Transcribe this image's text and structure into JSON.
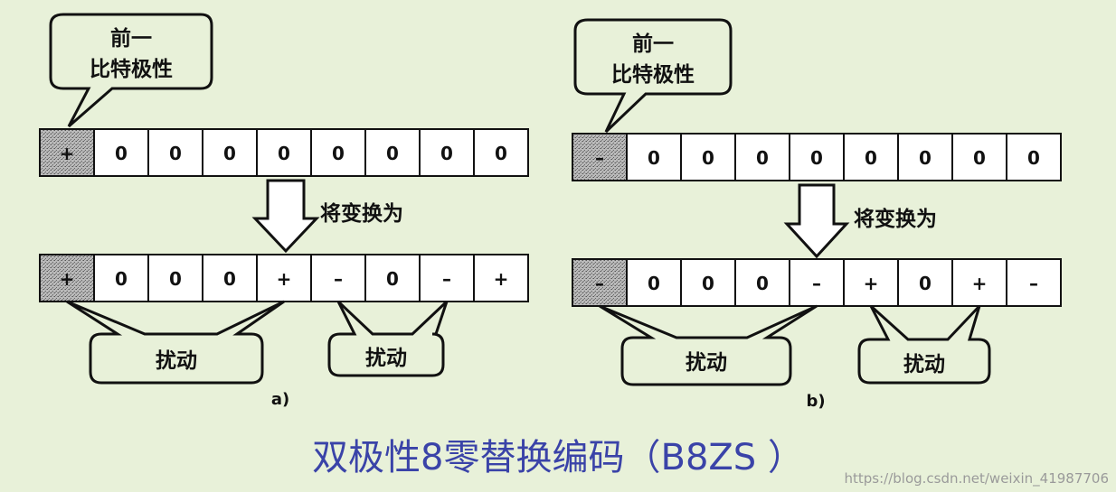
{
  "caption": "双极性8零替换编码（B8ZS ）",
  "watermark": "https://blog.csdn.net/weixin_41987706",
  "callout_prev": [
    "前一",
    "比特极性"
  ],
  "arrow_label": "将变换为",
  "disturb_label": "扰动",
  "panels": [
    {
      "id": "a",
      "sublabel": "a)",
      "before": [
        "+",
        "0",
        "0",
        "0",
        "0",
        "0",
        "0",
        "0",
        "0"
      ],
      "after": [
        "+",
        "0",
        "0",
        "0",
        "+",
        "–",
        "0",
        "–",
        "+"
      ]
    },
    {
      "id": "b",
      "sublabel": "b)",
      "before": [
        "–",
        "0",
        "0",
        "0",
        "0",
        "0",
        "0",
        "0",
        "0"
      ],
      "after": [
        "–",
        "0",
        "0",
        "0",
        "–",
        "+",
        "0",
        "+",
        "–"
      ]
    }
  ]
}
